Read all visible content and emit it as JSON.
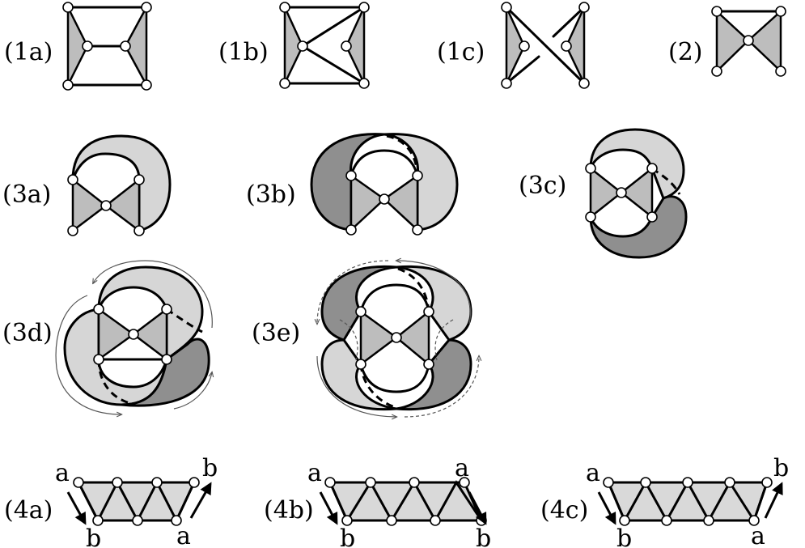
{
  "panels": [
    {
      "id": "1a",
      "label": "(1a)"
    },
    {
      "id": "1b",
      "label": "(1b)"
    },
    {
      "id": "1c",
      "label": "(1c)"
    },
    {
      "id": "2",
      "label": "(2)"
    },
    {
      "id": "3a",
      "label": "(3a)"
    },
    {
      "id": "3b",
      "label": "(3b)"
    },
    {
      "id": "3c",
      "label": "(3c)"
    },
    {
      "id": "3d",
      "label": "(3d)"
    },
    {
      "id": "3e",
      "label": "(3e)"
    },
    {
      "id": "4a",
      "label": "(4a)",
      "corner_labels": [
        "a",
        "b",
        "b",
        "a"
      ]
    },
    {
      "id": "4b",
      "label": "(4b)",
      "corner_labels": [
        "a",
        "a",
        "b",
        "b"
      ]
    },
    {
      "id": "4c",
      "label": "(4c)",
      "corner_labels": [
        "a",
        "b",
        "b",
        "a"
      ]
    }
  ],
  "colors": {
    "triangle_fill": "#bdbdbd",
    "surface_light": "#d6d6d6",
    "surface_dark": "#8f8f8f",
    "strip_fill": "#d9d9d9"
  }
}
